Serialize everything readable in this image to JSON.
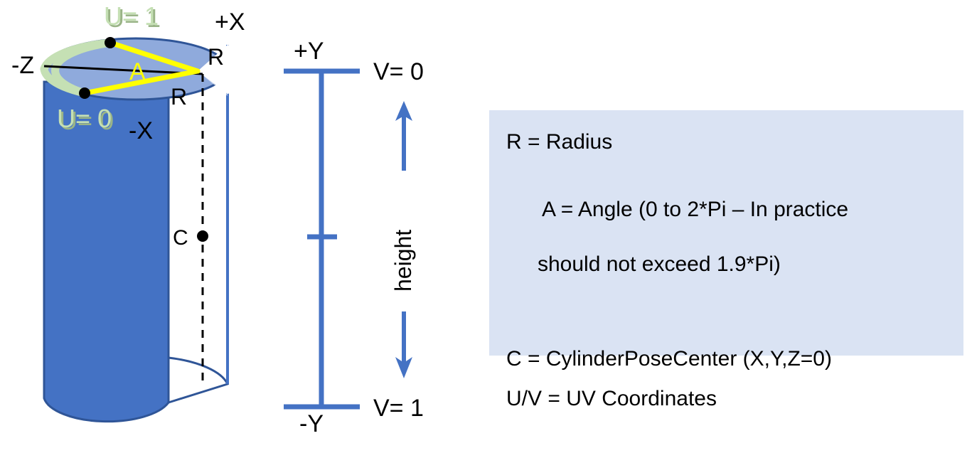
{
  "diagram": {
    "title": "Cylinder UV coordinate reference diagram",
    "cylinder": {
      "axis_labels": {
        "plus_x": "+X",
        "minus_x": "-X",
        "minus_z": "-Z"
      },
      "radius_label_top": "R",
      "radius_label_bottom": "R",
      "angle_label": "A",
      "center_label": "C",
      "u_min_label": "U= 0",
      "u_max_label": "U= 1",
      "colors": {
        "body_fill": "#4472C4",
        "top_fill": "#8FAADC",
        "outline": "#2F5597",
        "arc": "#C5E0B4",
        "radius_line": "#FFFF00",
        "diameter_line": "#000000",
        "dot": "#000000"
      }
    },
    "height_axis": {
      "top_axis_label": "+Y",
      "bottom_axis_label": "-Y",
      "top_v_label": "V= 0",
      "bottom_v_label": "V= 1",
      "height_label": "height",
      "color": "#4472C4"
    }
  },
  "legend": {
    "background": "#DAE3F3",
    "rows": [
      {
        "text": "R = Radius"
      },
      {
        "text": "A = Angle (0 to 2*Pi – In practice",
        "continuation": "should not exceed 1.9*Pi)"
      },
      {
        "text": "C = CylinderPoseCenter (X,Y,Z=0)"
      },
      {
        "text": "U/V = UV Coordinates"
      }
    ]
  }
}
